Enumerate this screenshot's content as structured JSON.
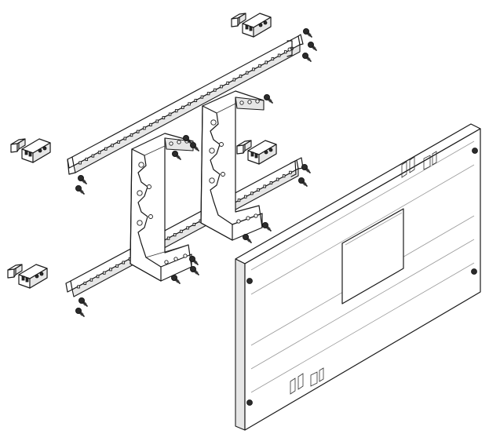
{
  "drawing": {
    "subject": "exploded-assembly-view",
    "parts": [
      "upper-mounting-rail",
      "lower-mounting-rail",
      "left-mounting-bracket",
      "right-mounting-bracket",
      "cover-plate",
      "rail-end-clamp",
      "mounting-screw"
    ]
  }
}
